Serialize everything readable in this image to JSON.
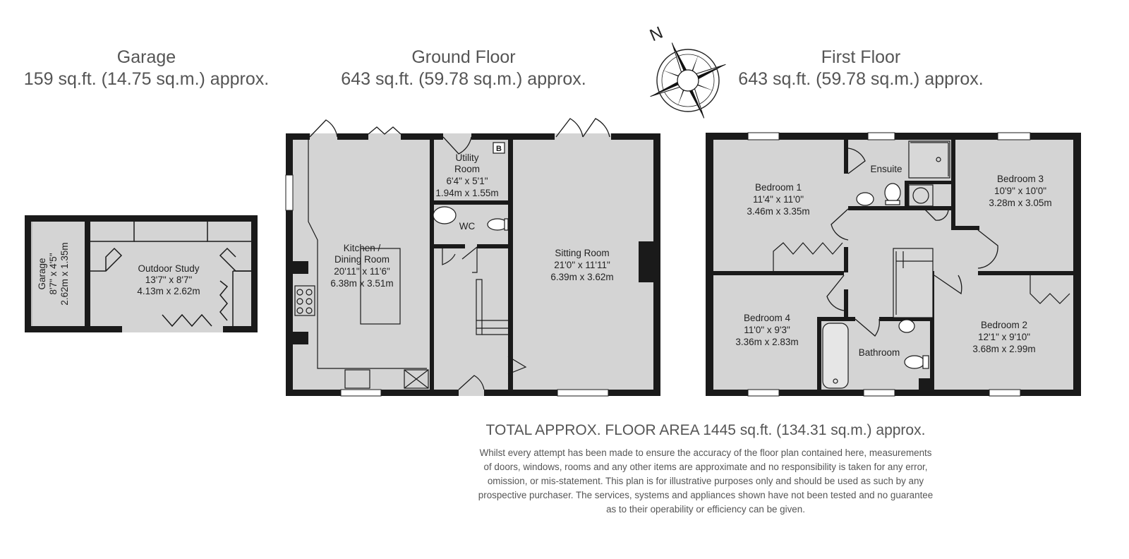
{
  "headings": {
    "garage": {
      "name": "Garage",
      "area": "159 sq.ft. (14.75 sq.m.) approx."
    },
    "ground": {
      "name": "Ground Floor",
      "area": "643 sq.ft. (59.78 sq.m.) approx."
    },
    "first": {
      "name": "First Floor",
      "area": "643 sq.ft. (59.78 sq.m.) approx."
    }
  },
  "compass": {
    "north_label": "N"
  },
  "boiler_label": "B",
  "rooms": {
    "garage": {
      "name": "Garage",
      "imperial": "8'7\" x 4'5\"",
      "metric": "2.62m x 1.35m"
    },
    "outdoor_study": {
      "name": "Outdoor Study",
      "imperial": "13'7\" x 8'7\"",
      "metric": "4.13m x 2.62m"
    },
    "kitchen": {
      "name": "Kitchen /",
      "name2": "Dining Room",
      "imperial": "20'11\" x 11'6\"",
      "metric": "6.38m x 3.51m"
    },
    "utility": {
      "name": "Utility",
      "name2": "Room",
      "imperial": "6'4\" x 5'1\"",
      "metric": "1.94m x 1.55m"
    },
    "wc": {
      "name": "WC"
    },
    "sitting": {
      "name": "Sitting Room",
      "imperial": "21'0\" x 11'11\"",
      "metric": "6.39m x 3.62m"
    },
    "bedroom1": {
      "name": "Bedroom 1",
      "imperial": "11'4\" x 11'0\"",
      "metric": "3.46m x 3.35m"
    },
    "ensuite": {
      "name": "Ensuite"
    },
    "bedroom3": {
      "name": "Bedroom 3",
      "imperial": "10'9\" x 10'0\"",
      "metric": "3.28m x 3.05m"
    },
    "bedroom4": {
      "name": "Bedroom 4",
      "imperial": "11'0\" x 9'3\"",
      "metric": "3.36m x 2.83m"
    },
    "bathroom": {
      "name": "Bathroom"
    },
    "bedroom2": {
      "name": "Bedroom 2",
      "imperial": "12'1\" x 9'10\"",
      "metric": "3.68m x 2.99m"
    }
  },
  "total": "TOTAL APPROX. FLOOR AREA 1445 sq.ft. (134.31 sq.m.) approx.",
  "disclaimer": [
    "Whilst every attempt has been made to ensure the accuracy of the floor plan contained here, measurements",
    "of doors, windows, rooms and any other items are approximate and no responsibility is taken for any error,",
    "omission, or mis-statement. This plan is for illustrative purposes only and should be used as such by any",
    "prospective purchaser. The services, systems and appliances shown have not been tested and no guarantee",
    "as to their operability or efficiency can be given."
  ],
  "colors": {
    "wall": "#1a1a1a",
    "floor": "#d4d4d4",
    "text": "#555555"
  }
}
